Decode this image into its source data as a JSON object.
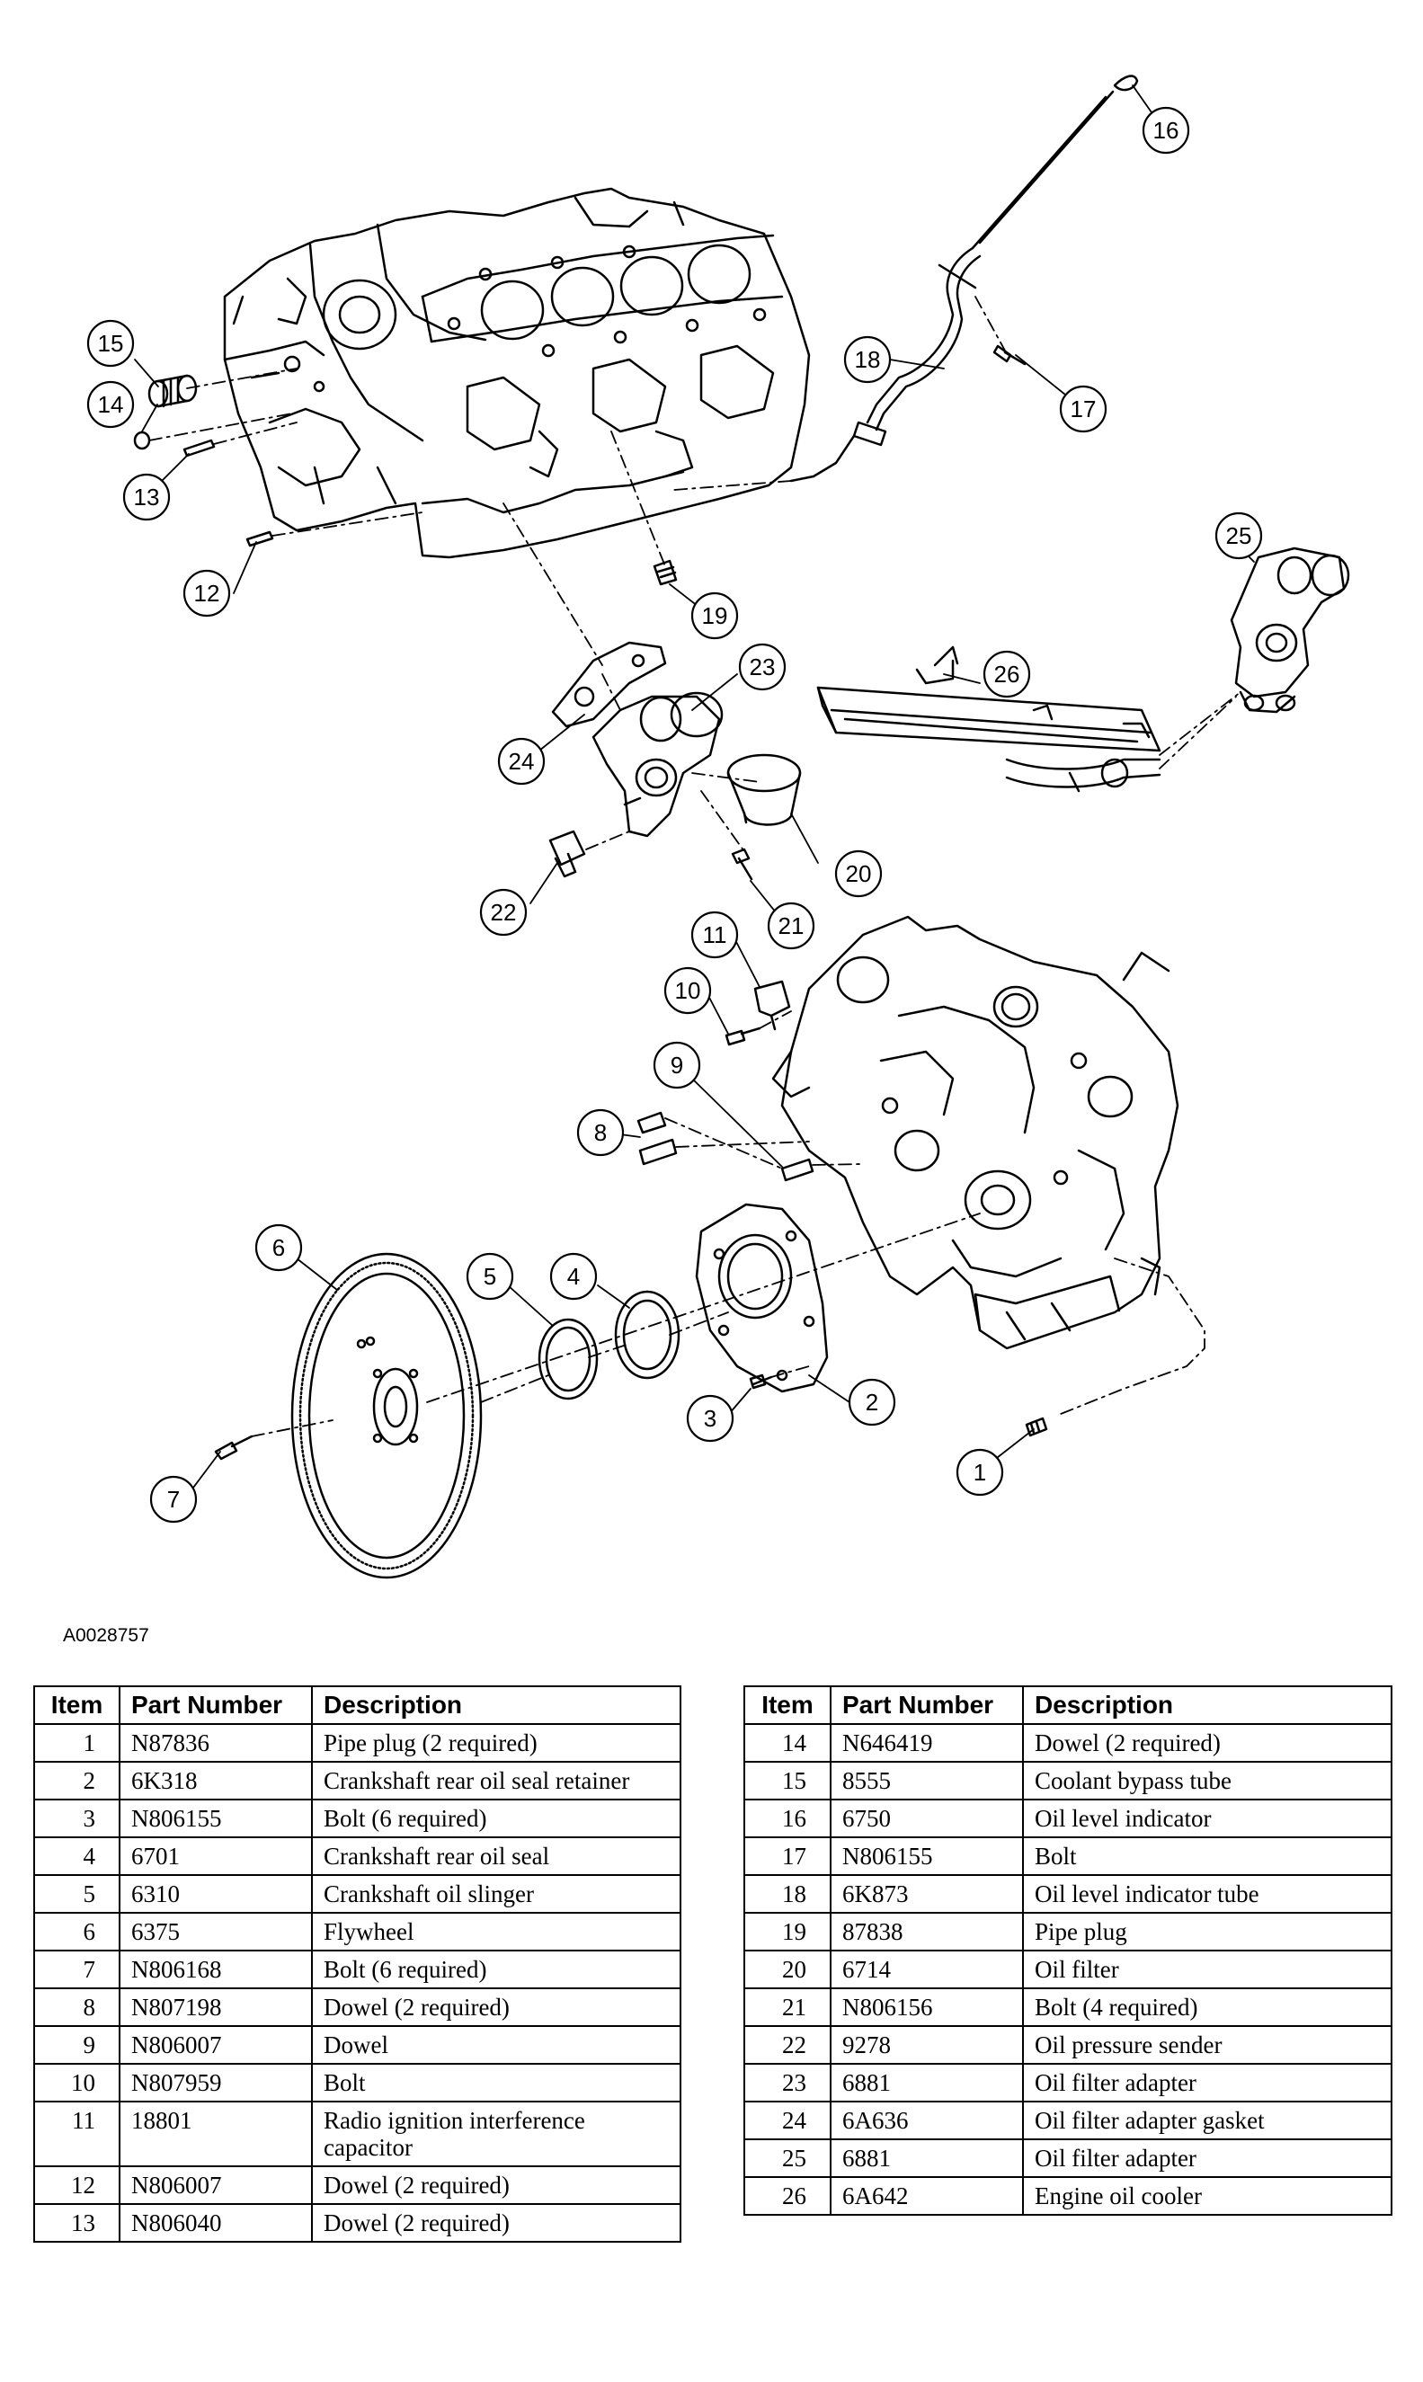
{
  "figure_id": "A0028757",
  "callouts": [
    "1",
    "2",
    "3",
    "4",
    "5",
    "6",
    "7",
    "8",
    "9",
    "10",
    "11",
    "12",
    "13",
    "14",
    "15",
    "16",
    "17",
    "18",
    "19",
    "20",
    "21",
    "22",
    "23",
    "24",
    "25",
    "26"
  ],
  "table_headers": {
    "item": "Item",
    "part_number": "Part Number",
    "description": "Description"
  },
  "parts_left": [
    {
      "item": "1",
      "part": "N87836",
      "desc": "Pipe plug (2 required)"
    },
    {
      "item": "2",
      "part": "6K318",
      "desc": "Crankshaft rear oil seal retainer"
    },
    {
      "item": "3",
      "part": "N806155",
      "desc": "Bolt (6 required)"
    },
    {
      "item": "4",
      "part": "6701",
      "desc": "Crankshaft rear oil seal"
    },
    {
      "item": "5",
      "part": "6310",
      "desc": "Crankshaft oil slinger"
    },
    {
      "item": "6",
      "part": "6375",
      "desc": "Flywheel"
    },
    {
      "item": "7",
      "part": "N806168",
      "desc": "Bolt (6 required)"
    },
    {
      "item": "8",
      "part": "N807198",
      "desc": "Dowel (2 required)"
    },
    {
      "item": "9",
      "part": "N806007",
      "desc": "Dowel"
    },
    {
      "item": "10",
      "part": "N807959",
      "desc": "Bolt"
    },
    {
      "item": "11",
      "part": "18801",
      "desc": "Radio ignition interference capacitor"
    },
    {
      "item": "12",
      "part": "N806007",
      "desc": "Dowel (2 required)"
    },
    {
      "item": "13",
      "part": "N806040",
      "desc": "Dowel (2 required)"
    }
  ],
  "parts_right": [
    {
      "item": "14",
      "part": "N646419",
      "desc": "Dowel (2 required)"
    },
    {
      "item": "15",
      "part": "8555",
      "desc": "Coolant bypass tube"
    },
    {
      "item": "16",
      "part": "6750",
      "desc": "Oil level indicator"
    },
    {
      "item": "17",
      "part": "N806155",
      "desc": "Bolt"
    },
    {
      "item": "18",
      "part": "6K873",
      "desc": "Oil level indicator tube"
    },
    {
      "item": "19",
      "part": "87838",
      "desc": "Pipe plug"
    },
    {
      "item": "20",
      "part": "6714",
      "desc": "Oil filter"
    },
    {
      "item": "21",
      "part": "N806156",
      "desc": "Bolt (4 required)"
    },
    {
      "item": "22",
      "part": "9278",
      "desc": "Oil pressure sender"
    },
    {
      "item": "23",
      "part": "6881",
      "desc": "Oil filter adapter"
    },
    {
      "item": "24",
      "part": "6A636",
      "desc": "Oil filter adapter gasket"
    },
    {
      "item": "25",
      "part": "6881",
      "desc": "Oil filter adapter"
    },
    {
      "item": "26",
      "part": "6A642",
      "desc": "Engine oil cooler"
    }
  ]
}
